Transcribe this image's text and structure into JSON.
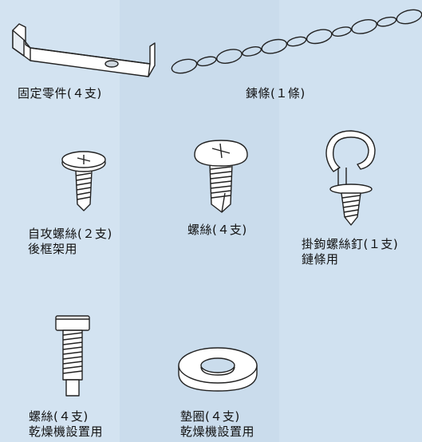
{
  "parts": [
    {
      "id": "bracket",
      "lines": [
        "固定零件(４支)"
      ]
    },
    {
      "id": "chain",
      "lines": [
        "鍊條(１條)"
      ]
    },
    {
      "id": "tapping-screw",
      "lines": [
        "自攻螺絲(２支)",
        "後框架用"
      ]
    },
    {
      "id": "screw",
      "lines": [
        "螺絲(４支)"
      ]
    },
    {
      "id": "hook",
      "lines": [
        "掛鉤螺絲釘(１支)",
        "鏈條用"
      ]
    },
    {
      "id": "long-screw",
      "lines": [
        "螺絲(４支)",
        "乾燥機設置用"
      ]
    },
    {
      "id": "washer",
      "lines": [
        "墊圈(４支)",
        "乾燥機設置用"
      ]
    }
  ],
  "colors": {
    "background": "#cfe0ef",
    "metal": "#ffffff",
    "outline": "#222222"
  }
}
